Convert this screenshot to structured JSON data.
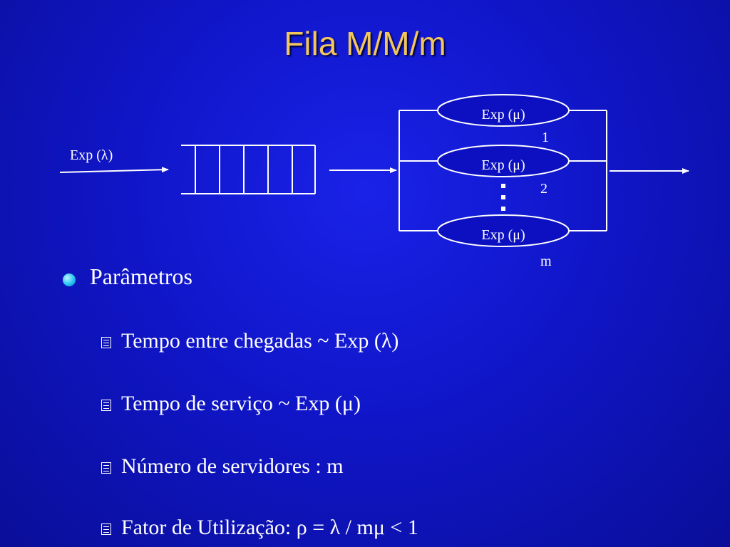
{
  "title": "Fila M/M/m",
  "diagram": {
    "arrival_label": "Exp (λ)",
    "server_label": "Exp (μ)",
    "server_numbers": [
      "1",
      "2",
      "m"
    ],
    "ellipsis": "⋮"
  },
  "bullets": {
    "main": "Parâmetros",
    "items": [
      "Tempo entre chegadas ~ Exp (λ)",
      "Tempo de serviço ~ Exp (μ)",
      "Número de servidores : m",
      "Fator de Utilização: ρ = λ / mμ < 1"
    ]
  }
}
